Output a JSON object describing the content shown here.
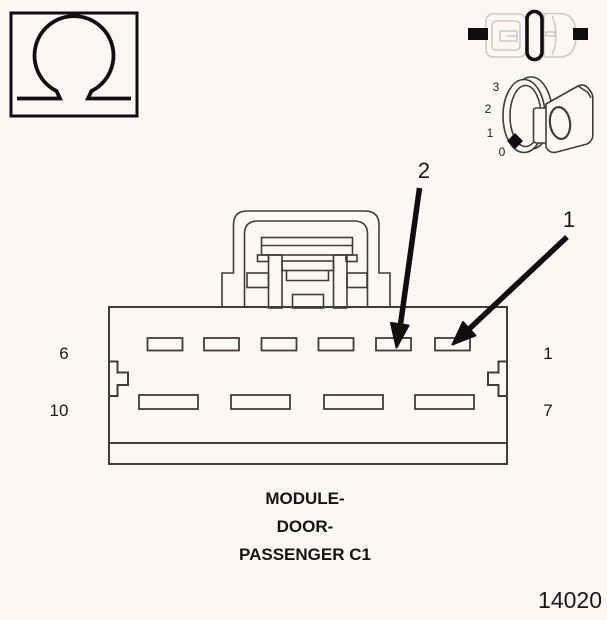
{
  "figure": {
    "number": "14020"
  },
  "callouts": {
    "pin2": "2",
    "pin1": "1"
  },
  "connector": {
    "name_lines": [
      "MODULE-",
      "DOOR-",
      "PASSENGER C1"
    ],
    "pin_numbers": {
      "top_left": "6",
      "top_right": "1",
      "bottom_left": "10",
      "bottom_right": "7"
    },
    "top_row_cavities": 6,
    "bottom_row_cavities": 4
  },
  "ignition_switch": {
    "positions": [
      "3",
      "2",
      "1",
      "0"
    ],
    "selected_position": "0"
  },
  "icons": {
    "top_left": "ohmmeter-icon",
    "top_right_upper": "disconnected-connector-icon",
    "top_right_lower": "ignition-switch-position-icon"
  },
  "colors": {
    "background": "#fcf6f5",
    "line": "#433b3b",
    "black": "#100e0e",
    "light_outline": "#cbc9c9"
  }
}
